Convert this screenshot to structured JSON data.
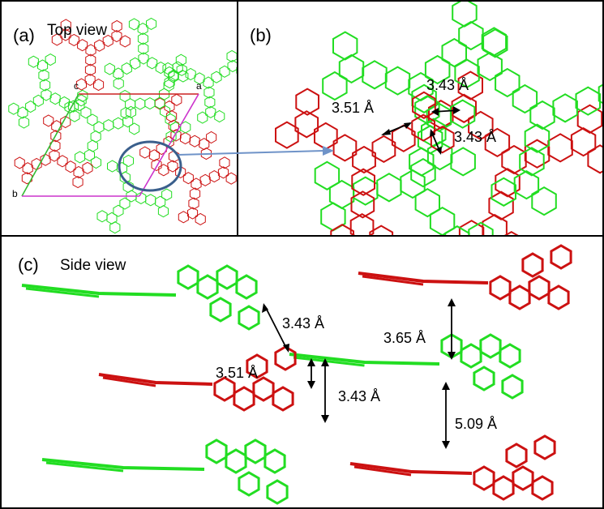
{
  "panel_a": {
    "label": "(a)",
    "title": "Top view",
    "axis_a": "a",
    "axis_b": "b",
    "axis_c": "c"
  },
  "panel_b": {
    "label": "(b)",
    "distances": [
      "3.51 Å",
      "3.43 Å",
      "3.43 Å"
    ]
  },
  "panel_c": {
    "label": "(c)",
    "title": "Side view",
    "distances": [
      "3.43 Å",
      "3.65 Å",
      "3.51 Å",
      "3.43 Å",
      "5.09 Å"
    ]
  },
  "colors": {
    "molecule_green": "#22dd22",
    "molecule_red": "#cc1111",
    "cell_green": "#33bb33",
    "cell_red": "#cc2222",
    "cell_magenta": "#cc33cc",
    "highlight_ellipse": "#3a5f8c",
    "connector_arrow": "#6f93c8"
  }
}
